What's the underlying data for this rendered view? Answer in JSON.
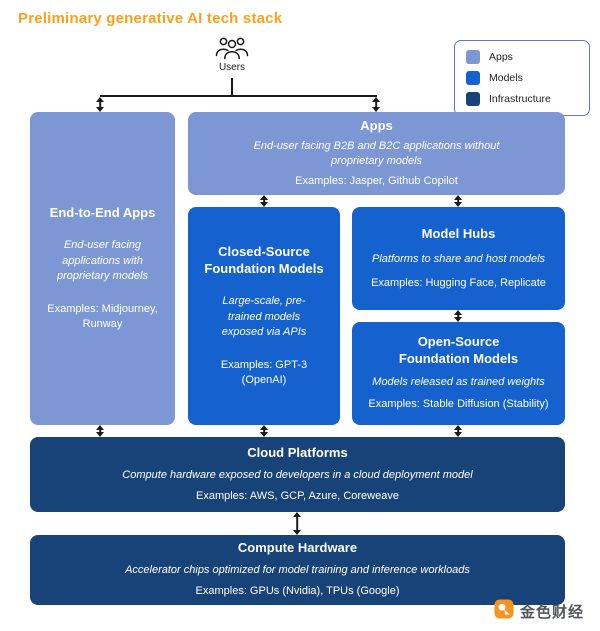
{
  "page_title": "Preliminary generative AI tech stack",
  "users_label": "Users",
  "colors": {
    "apps": "#7D97D5",
    "models": "#1561CE",
    "infrastructure": "#174379",
    "title_orange": "#F9A11C",
    "arrow": "#1b1b1b",
    "watermark_orange": "#F7941E"
  },
  "legend": {
    "apps_label": "Apps",
    "models_label": "Models",
    "infrastructure_label": "Infrastructure"
  },
  "boxes": {
    "end_to_end": {
      "title": "End-to-End Apps",
      "description": "End-user facing applications with proprietary models",
      "examples": "Examples: Midjourney, Runway"
    },
    "apps": {
      "title": "Apps",
      "description": "End-user facing B2B and B2C applications without proprietary models",
      "examples": "Examples: Jasper, Github Copilot"
    },
    "closed_source": {
      "title": "Closed-Source Foundation Models",
      "description": "Large-scale, pre-trained models exposed via APIs",
      "examples": "Examples: GPT-3 (OpenAI)"
    },
    "model_hubs": {
      "title": "Model Hubs",
      "description": "Platforms to share and host models",
      "examples": "Examples: Hugging Face, Replicate"
    },
    "open_source": {
      "title": "Open-Source Foundation Models",
      "description": "Models released as trained weights",
      "examples": "Examples: Stable Diffusion (Stability)"
    },
    "cloud": {
      "title": "Cloud Platforms",
      "description": "Compute hardware exposed to developers in a cloud deployment model",
      "examples": "Examples: AWS, GCP, Azure, Coreweave"
    },
    "compute": {
      "title": "Compute Hardware",
      "description": "Accelerator chips optimized for model training and inference workloads",
      "examples": "Examples: GPUs (Nvidia), TPUs (Google)"
    }
  },
  "watermark": {
    "text": "金色财经"
  }
}
